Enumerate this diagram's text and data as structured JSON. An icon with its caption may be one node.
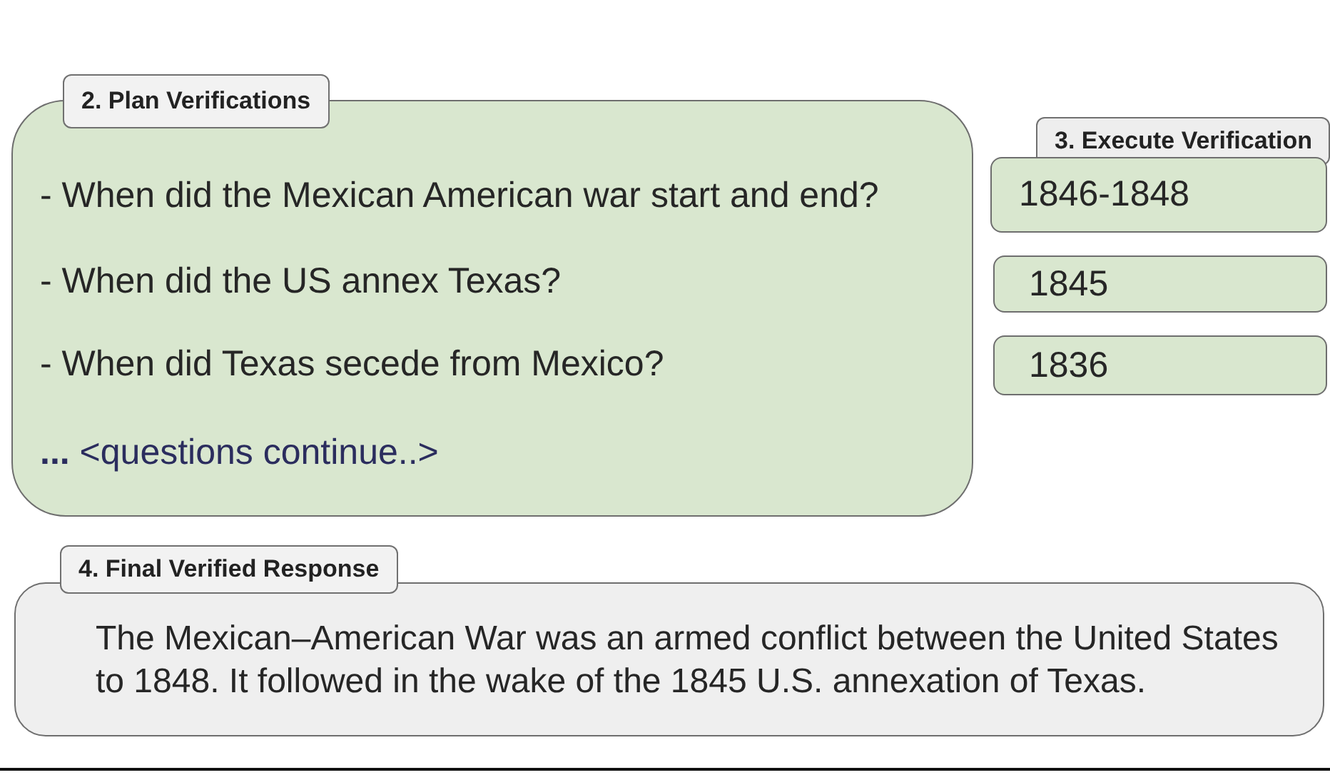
{
  "diagram": {
    "nodes": [
      {
        "text": [
          "2. Plan Verifications",
          "- When did the Mexican American war start and end?",
          "- When did the US annex Texas?",
          "- When did Texas secede from Mexico?",
          "**...** <questions continue..>"
        ]
      },
      {
        "text": [
          "3. Execute Verification",
          "1846-1848"
        ]
      },
      {
        "text": [
          "1845"
        ]
      },
      {
        "text": [
          "1836"
        ]
      },
      {
        "text": [
          "4. Final Verified Response",
          "The Mexican–American War was an armed conflict between the United States to 1848. It followed in the wake of the 1845 U.S. annexation of Texas."
        ]
      }
    ]
  }
}
